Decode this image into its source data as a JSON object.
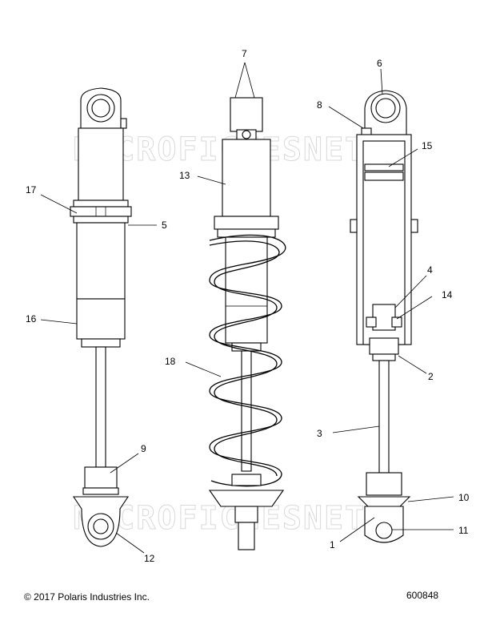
{
  "watermark": {
    "text": "MICROFICHESNET"
  },
  "callouts": [
    "1",
    "2",
    "3",
    "4",
    "5",
    "6",
    "7",
    "8",
    "9",
    "10",
    "11",
    "12",
    "13",
    "14",
    "15",
    "16",
    "17",
    "18"
  ],
  "footer": {
    "copyright": "© 2017 Polaris Industries Inc.",
    "figure_number": "600848"
  }
}
